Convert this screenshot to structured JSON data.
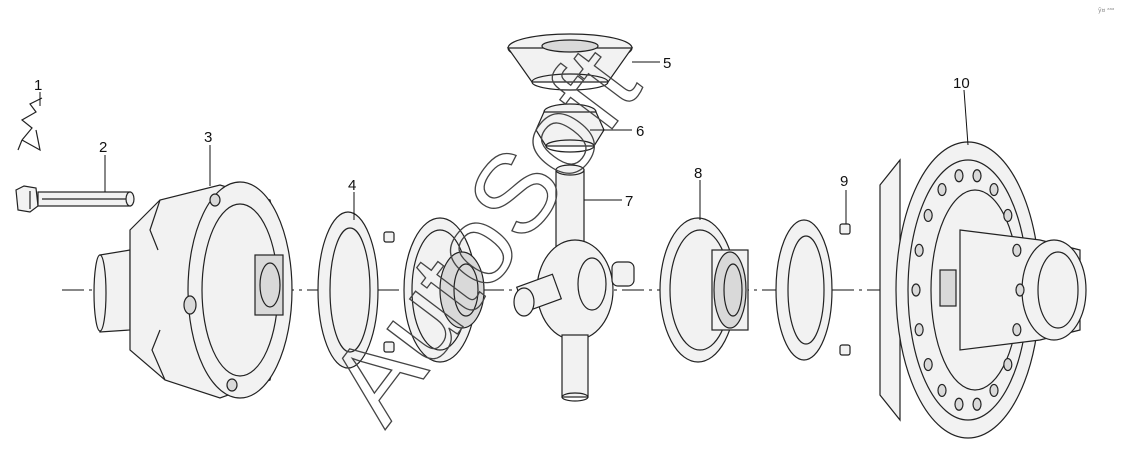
{
  "watermark": "AutoSoft",
  "corner_mark": "ȳ¤ ᵃᵃᵃ",
  "callouts": [
    {
      "id": "1",
      "label": "1"
    },
    {
      "id": "2",
      "label": "2"
    },
    {
      "id": "3",
      "label": "3"
    },
    {
      "id": "4",
      "label": "4"
    },
    {
      "id": "5",
      "label": "5"
    },
    {
      "id": "6",
      "label": "6"
    },
    {
      "id": "7",
      "label": "7"
    },
    {
      "id": "8",
      "label": "8"
    },
    {
      "id": "9",
      "label": "9"
    },
    {
      "id": "10",
      "label": "10"
    }
  ]
}
